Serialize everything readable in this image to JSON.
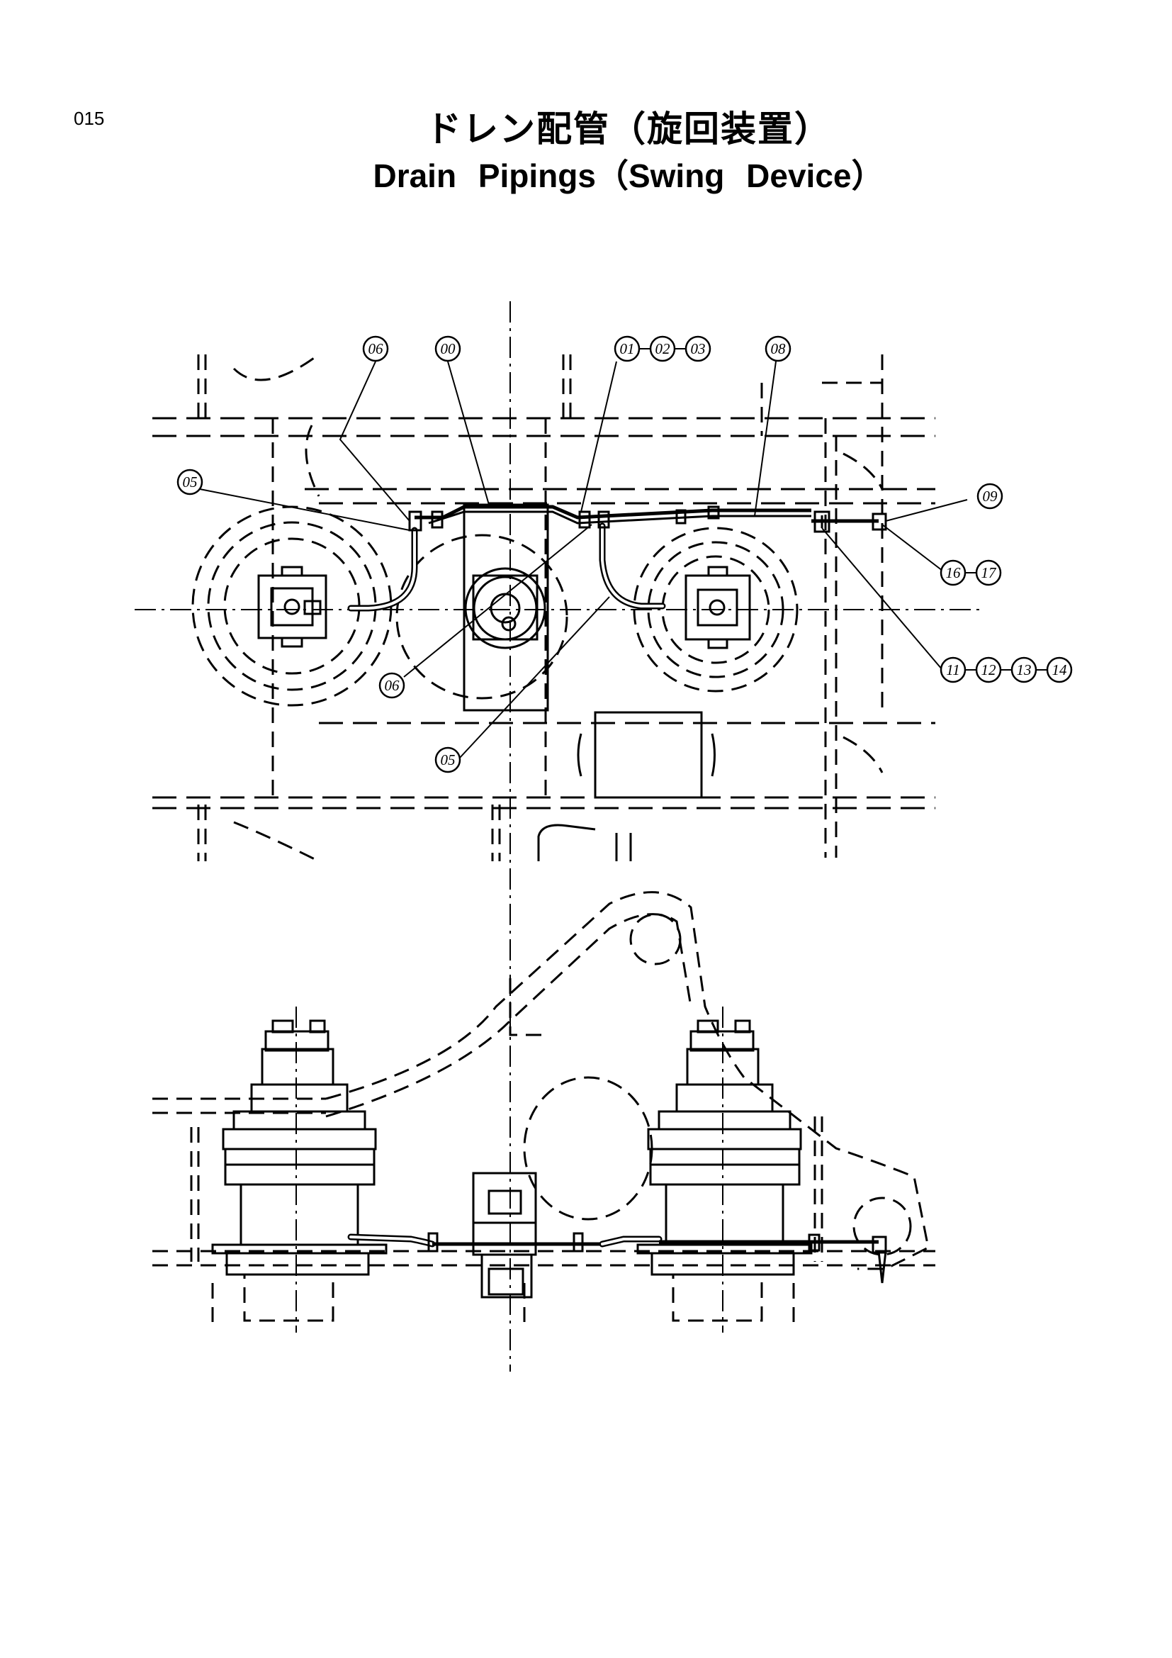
{
  "page": {
    "number": "015",
    "title_jp": "ドレン配管（旋回装置）",
    "title_en": "Drain  Pipings（Swing  Device）"
  },
  "callouts": [
    {
      "id": "c06a",
      "label": "06"
    },
    {
      "id": "c00",
      "label": "00"
    },
    {
      "id": "c01",
      "label": "01"
    },
    {
      "id": "c02",
      "label": "02"
    },
    {
      "id": "c03",
      "label": "03"
    },
    {
      "id": "c08",
      "label": "08"
    },
    {
      "id": "c05a",
      "label": "05"
    },
    {
      "id": "c09",
      "label": "09"
    },
    {
      "id": "c16",
      "label": "16"
    },
    {
      "id": "c17",
      "label": "17"
    },
    {
      "id": "c06b",
      "label": "06"
    },
    {
      "id": "c11",
      "label": "11"
    },
    {
      "id": "c12",
      "label": "12"
    },
    {
      "id": "c13",
      "label": "13"
    },
    {
      "id": "c14",
      "label": "14"
    },
    {
      "id": "c05b",
      "label": "05"
    }
  ]
}
